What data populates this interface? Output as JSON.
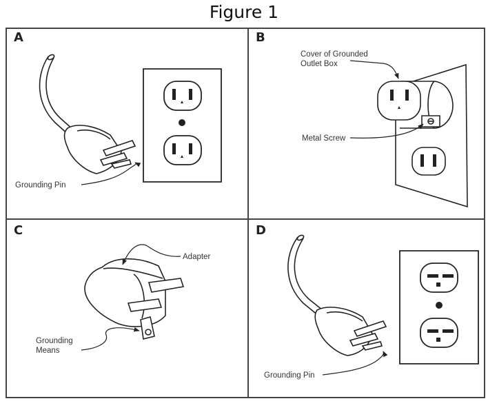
{
  "figure": {
    "title": "Figure 1"
  },
  "panels": [
    {
      "letter": "A",
      "callouts": [
        "Grounding Pin"
      ]
    },
    {
      "letter": "B",
      "callouts": [
        "Cover of Grounded",
        "Outlet Box",
        "Metal Screw"
      ]
    },
    {
      "letter": "C",
      "callouts": [
        "Adapter",
        "Grounding",
        "Means"
      ]
    },
    {
      "letter": "D",
      "callouts": [
        "Grounding Pin"
      ]
    }
  ]
}
